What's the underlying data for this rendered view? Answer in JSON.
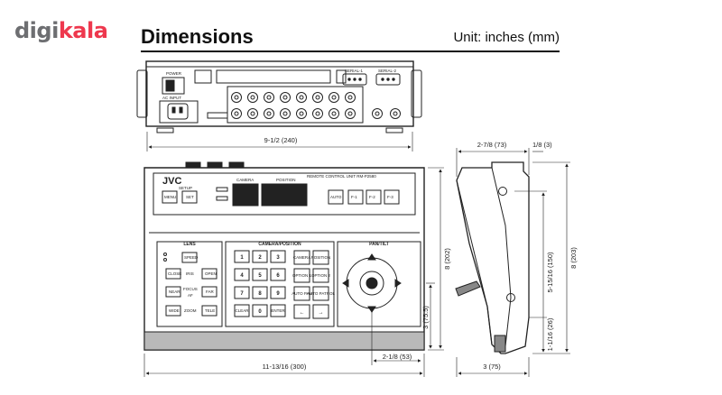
{
  "brand": {
    "part1": "digi",
    "part2": "kala",
    "color": "#ee384e"
  },
  "header": {
    "title": "Dimensions",
    "unit": "Unit: inches (mm)"
  },
  "rear_view": {
    "power_label": "POWER",
    "ac_label": "AC INPUT",
    "serial1_label": "SERIAL-1",
    "serial2_label": "SERIAL-2",
    "width_dim": "9-1/2 (240)"
  },
  "front_view": {
    "brand_label": "JVC",
    "model_label": "REMOTE CONTROL UNIT RM-P2580",
    "setup_label": "SETUP",
    "camera_label": "CAMERA",
    "position_label": "POSITION",
    "menu_key": "MENU",
    "set_key": "SET",
    "lens_label": "LENS",
    "camera_position_label": "CAMERA/POSITION",
    "pan_tilt_label": "PAN/TILT",
    "lens_keys": [
      "SPEED",
      "CLOSE",
      "OPEN",
      "NEAR",
      "FAR",
      "WIDE",
      "TELE"
    ],
    "iris_label": "IRIS",
    "focus_label": "FOCUS",
    "af_label": "AF",
    "zoom_label": "ZOOM",
    "numpad_keys": [
      "1",
      "2",
      "3",
      "4",
      "5",
      "6",
      "7",
      "8",
      "9",
      "CLEAR",
      "0",
      "ENTER"
    ],
    "function_keys": [
      "CAMERA",
      "POSITION",
      "OPTION 1",
      "OPTION 2",
      "AUTO PAN",
      "AUTO PATROL",
      "←",
      "→"
    ],
    "auto_key": "AUTO",
    "f_keys": [
      "F-1",
      "F-2",
      "F-3"
    ],
    "width_dim": "11-13/16 (300)",
    "height_dim": "8 (202)",
    "lower_height_dim": "3 (75.5)",
    "joystick_offset_dim": "2-1/8 (53)"
  },
  "side_view": {
    "top_width_dim": "2-7/8 (73)",
    "top_lip_dim": "1/8 (3)",
    "height_dim": "8 (203)",
    "joystick_height_dim": "5-15/16 (150)",
    "base_dim": "1-1/16 (26)",
    "depth_dim": "3 (75)"
  }
}
